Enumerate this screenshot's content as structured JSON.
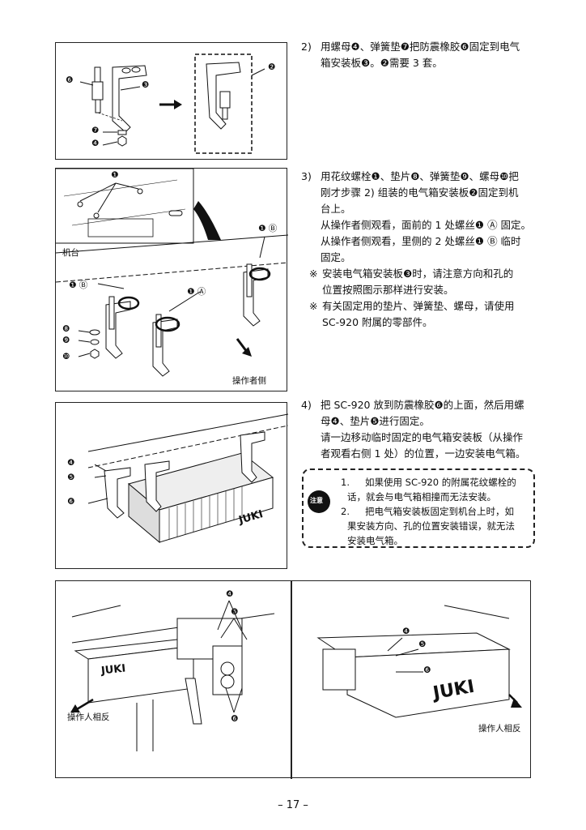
{
  "steps": [
    {
      "number": "2)",
      "lines": [
        "用螺母❹、弹簧垫❼把防震橡胶❻固定到电气",
        "箱安装板❸。❷需要 3 套。"
      ]
    },
    {
      "number": "3)",
      "lines": [
        "用花纹螺栓❶、垫片❽、弹簧垫❾、螺母❿把",
        "刚才步骤 2) 组装的电气箱安装板❷固定到机",
        "台上。",
        "从操作者侧观看，面前的 1 处螺丝❶ Ⓐ 固定。",
        "从操作者侧观看，里侧的 2 处螺丝❶ Ⓑ 临时",
        "固定。"
      ],
      "notes": [
        {
          "mark": "※",
          "lines": [
            "安装电气箱安装板❸时，请注意方向和孔的",
            "位置按照图示那样进行安装。"
          ]
        },
        {
          "mark": "※",
          "lines": [
            "有关固定用的垫片、弹簧垫、螺母，请使用",
            "SC-920 附属的零部件。"
          ]
        }
      ]
    },
    {
      "number": "4)",
      "lines": [
        "把 SC-920 放到防震橡胶❻的上面，然后用螺",
        "母❹、垫片❺进行固定。",
        "请一边移动临时固定的电气箱安装板（从操作",
        "者观看右侧 1 处）的位置，一边安装电气箱。"
      ]
    }
  ],
  "caution": {
    "icon_label": "注意",
    "items": [
      {
        "n": "1.",
        "lines": [
          "如果使用 SC-920 的附属花纹螺栓的",
          "话，就会与电气箱相撞而无法安装。"
        ]
      },
      {
        "n": "2.",
        "lines": [
          "把电气箱安装板固定到机台上时，如",
          "果安装方向、孔的位置安装错误，就无法",
          "安装电气箱。"
        ]
      }
    ]
  },
  "figures": {
    "fig1": {
      "callouts": [
        "❻",
        "❸",
        "❼",
        "❹",
        "❷"
      ]
    },
    "fig2": {
      "table_label": "机台",
      "operator_side": "操作者侧",
      "callouts": [
        "❶",
        "❶ Ⓑ",
        "❶ Ⓑ",
        "❶ Ⓐ",
        "❽",
        "❾",
        "❿"
      ]
    },
    "fig3": {
      "callouts": [
        "❹",
        "❺",
        "❻"
      ],
      "brand": "JUKI"
    },
    "fig4": {
      "opposite_left": "操作人相反",
      "opposite_right": "操作人相反",
      "callouts": [
        "❹",
        "❺",
        "❻",
        "❹",
        "❺",
        "❻"
      ],
      "brand": "JUKI"
    }
  },
  "footer": {
    "page": "– 17 –"
  }
}
